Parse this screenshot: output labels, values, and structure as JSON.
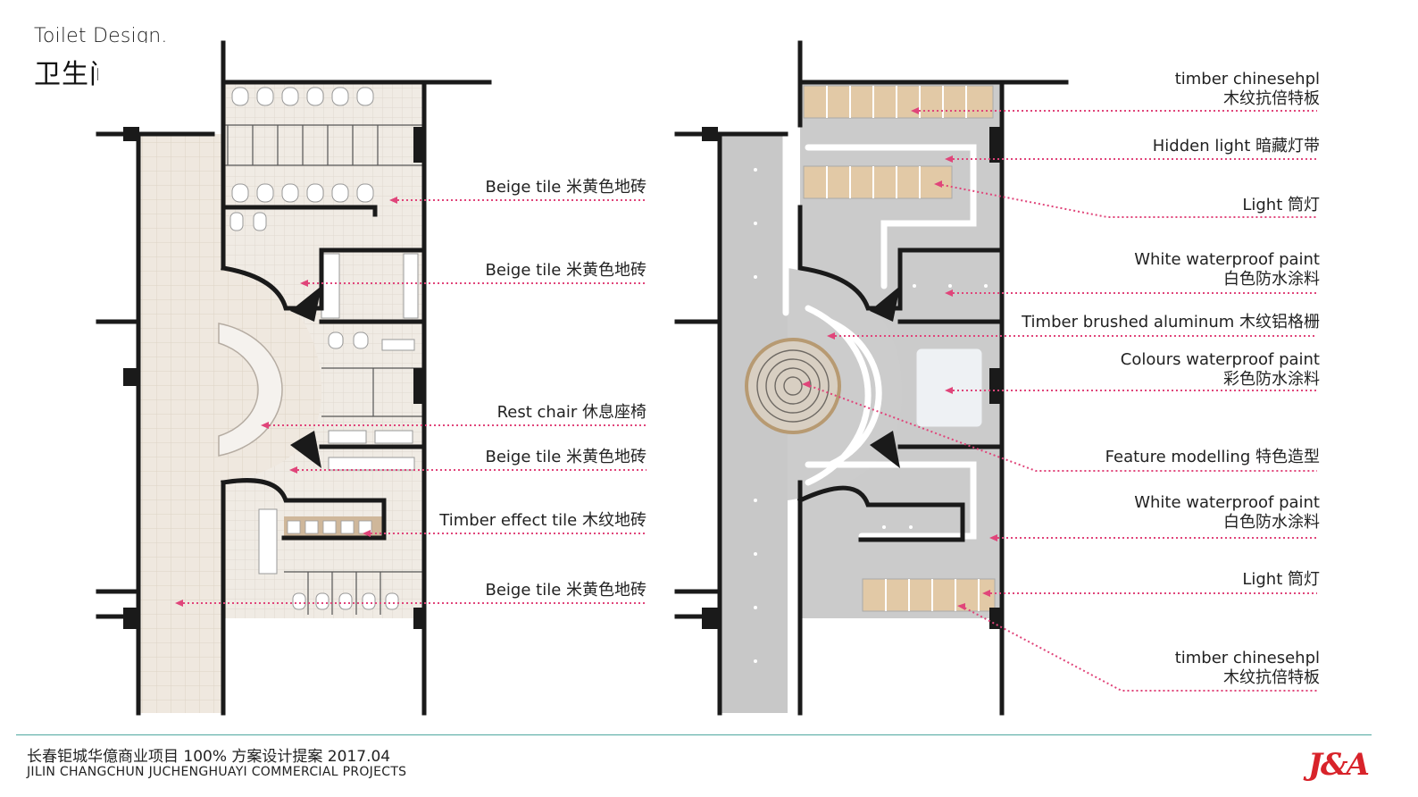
{
  "title": {
    "en": "Toilet Design.",
    "cn": "卫生间设计"
  },
  "left_labels": [
    {
      "en": "Beige tile",
      "cn": "米黄色地砖"
    },
    {
      "en": "Beige tile",
      "cn": "米黄色地砖"
    },
    {
      "en": "Rest chair",
      "cn": "休息座椅"
    },
    {
      "en": "Beige tile",
      "cn": "米黄色地砖"
    },
    {
      "en": "Timber effect tile",
      "cn": "木纹地砖"
    },
    {
      "en": "Beige tile",
      "cn": "米黄色地砖"
    }
  ],
  "right_labels": [
    {
      "en": "timber chinesehpl",
      "cn": "木纹抗倍特板"
    },
    {
      "en": "Hidden light",
      "cn": "暗藏灯带"
    },
    {
      "en": "Light",
      "cn": "筒灯"
    },
    {
      "en": "White waterproof paint",
      "cn": "白色防水涂料"
    },
    {
      "en": "Timber brushed aluminum",
      "cn": "木纹铝格栅"
    },
    {
      "en": "Colours waterproof paint",
      "cn": "彩色防水涂料"
    },
    {
      "en": "Feature modelling",
      "cn": "特色造型"
    },
    {
      "en": "White waterproof paint",
      "cn": "白色防水涂料"
    },
    {
      "en": "Light",
      "cn": "筒灯"
    },
    {
      "en": "timber chinesehpl",
      "cn": "木纹抗倍特板"
    }
  ],
  "footer": {
    "cn": "长春钜城华億商业项目  100%  方案设计提案   2017.04",
    "en": "JILIN CHANGCHUN JUCHENGHUAYI COMMERCIAL PROJECTS",
    "logo": "J&A"
  },
  "colors": {
    "leader": "#e0457a",
    "wall": "#1a1a1a",
    "beige": "#efe8df",
    "ceiling": "#c8c8c8",
    "timber": "#e2c9a6",
    "brand": "#d8232a"
  }
}
